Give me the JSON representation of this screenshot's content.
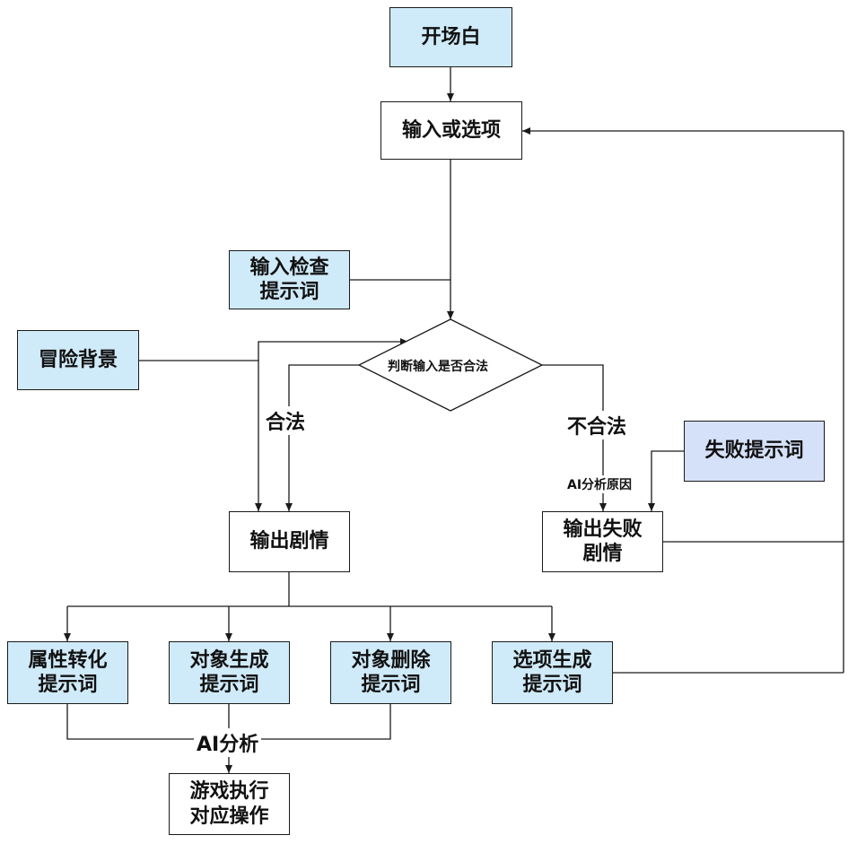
{
  "nodes": {
    "opening": "开场白",
    "input_or_option": "输入或选项",
    "input_check_prompt": "输入检查\n提示词",
    "adventure_background": "冒险背景",
    "judge": "判断输入是否合法",
    "output_story": "输出剧情",
    "failure_prompt": "失败提示词",
    "output_failure_story": "输出失败\n剧情",
    "attr_convert_prompt": "属性转化\n提示词",
    "object_gen_prompt": "对象生成\n提示词",
    "object_delete_prompt": "对象删除\n提示词",
    "option_gen_prompt": "选项生成\n提示词",
    "game_exec": "游戏执行\n对应操作"
  },
  "edge_labels": {
    "legal": "合法",
    "illegal": "不合法",
    "ai_reason": "AI分析原因",
    "ai_analysis": "AI分析"
  },
  "colors": {
    "blue_fill": "#cfeaf8",
    "lavender_fill": "#d5e1f8",
    "stroke": "#1a1a1a"
  }
}
